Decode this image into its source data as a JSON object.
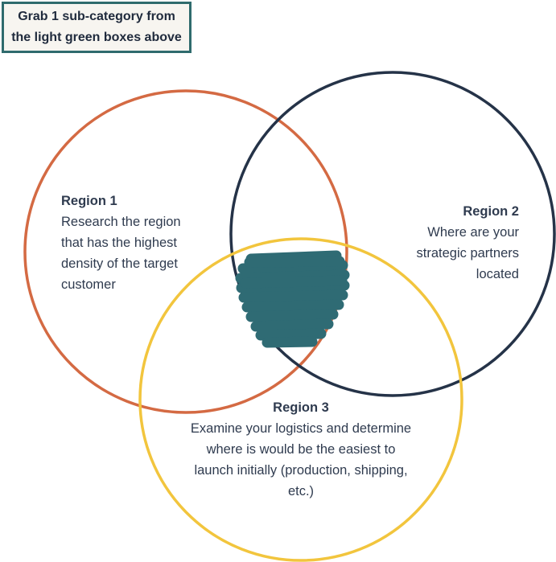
{
  "instruction": {
    "lines": [
      "Grab 1 sub-category from",
      "the light green boxes above"
    ]
  },
  "colors": {
    "region1_circle": "#d46a43",
    "region2_circle": "#253348",
    "region3_circle": "#f2c53d",
    "intersection_fill": "#2f6b74",
    "instruction_border": "#2f6b6d",
    "text": "#2f3b4f"
  },
  "regions": {
    "region1": {
      "title": "Region 1",
      "lines": [
        "Research the region",
        "that has the highest",
        "density of the target",
        "customer"
      ]
    },
    "region2": {
      "title": "Region 2",
      "lines": [
        "Where are your",
        "strategic partners",
        "located"
      ]
    },
    "region3": {
      "title": "Region 3",
      "lines": [
        "Examine your logistics and determine",
        "where is would be the easiest to",
        "launch initially (production, shipping,",
        "etc.)"
      ]
    }
  }
}
